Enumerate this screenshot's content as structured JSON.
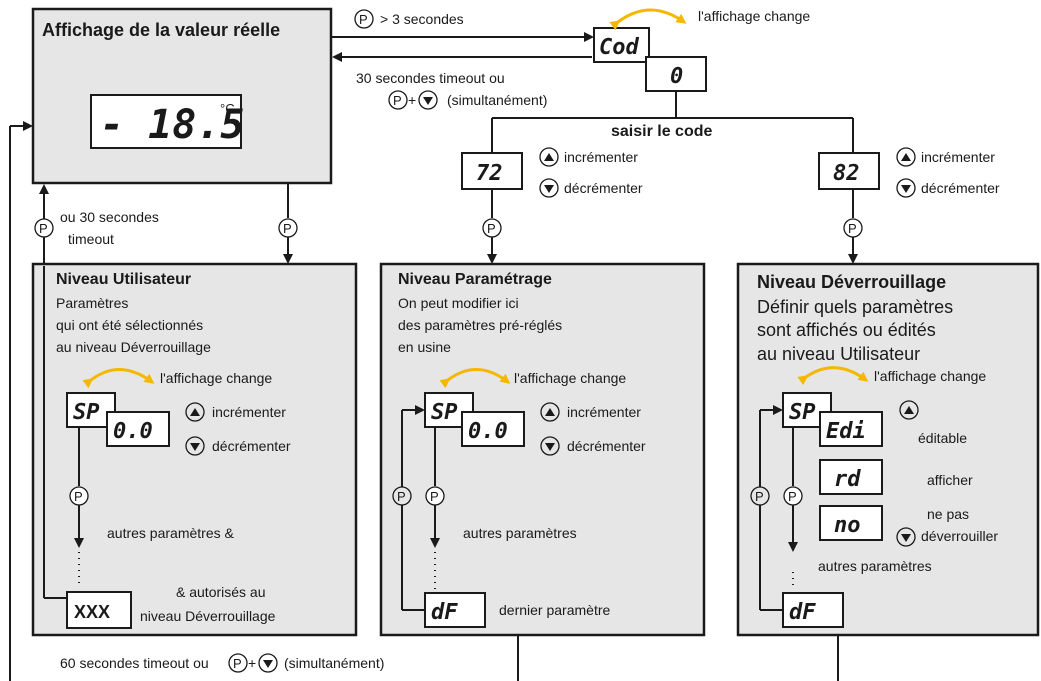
{
  "colors": {
    "panel_fill": "#e6e6e7",
    "line": "#1a1a1a",
    "arrow_accent": "#f5b800"
  },
  "icons": {
    "p_key": "P",
    "up_key": "triangle-up-in-circle",
    "down_key": "triangle-down-in-circle",
    "change_arrow": "curved-double-arrow"
  },
  "top": {
    "title": "Affichage de la valeur réelle",
    "display_value": "- 18.5",
    "unit": "°C",
    "p_symbol": "P",
    "press_hint": "> 3 secondes",
    "cod_display": "Cod",
    "zero_display": "0",
    "display_changes": "l'affichage change",
    "timeout_line1": "30 secondes timeout ou",
    "timeout_line2": "(simultanément)",
    "enter_code": "saisir le code"
  },
  "code_left": {
    "display": "72",
    "increment": "incrémenter",
    "decrement": "décrémenter"
  },
  "code_right": {
    "display": "82",
    "increment": "incrémenter",
    "decrement": "décrémenter"
  },
  "return_left": {
    "line1": "ou 30 secondes",
    "line2": "timeout"
  },
  "user_level": {
    "title": "Niveau Utilisateur",
    "desc1": "Paramètres",
    "desc2": "qui ont été sélectionnés",
    "desc3": "au niveau Déverrouillage",
    "display_changes": "l'affichage change",
    "sp_display": "SP",
    "value_display": "0.0",
    "increment": "incrémenter",
    "decrement": "décrémenter",
    "other_params": "autres paramètres &",
    "authorized1": "& autorisés au",
    "authorized2": "niveau Déverrouillage",
    "xxx_display": "XXX",
    "dots": "."
  },
  "param_level": {
    "title": "Niveau Paramétrage",
    "desc1": "On peut modifier ici",
    "desc2": "des paramètres pré-réglés",
    "desc3": "en usine",
    "display_changes": "l'affichage change",
    "sp_display": "SP",
    "value_display": "0.0",
    "increment": "incrémenter",
    "decrement": "décrémenter",
    "other_params": "autres paramètres",
    "df_display": "dF",
    "last_param": "dernier paramètre"
  },
  "unlock_level": {
    "title": "Niveau Déverrouillage",
    "desc1": "Définir quels paramètres",
    "desc2": "sont affichés ou édités",
    "desc3": "au niveau Utilisateur",
    "display_changes": "l'affichage change",
    "sp_display": "SP",
    "edi_display": "Edi",
    "editable": "éditable",
    "rd_display": "rd",
    "show": "afficher",
    "no_display": "no",
    "no_unlock1": "ne pas",
    "no_unlock2": "déverrouiller",
    "other_params": "autres paramètres",
    "df_display": "dF"
  },
  "bottom": {
    "timeout_text": "60 secondes timeout ou",
    "simul": "(simultanément)"
  }
}
